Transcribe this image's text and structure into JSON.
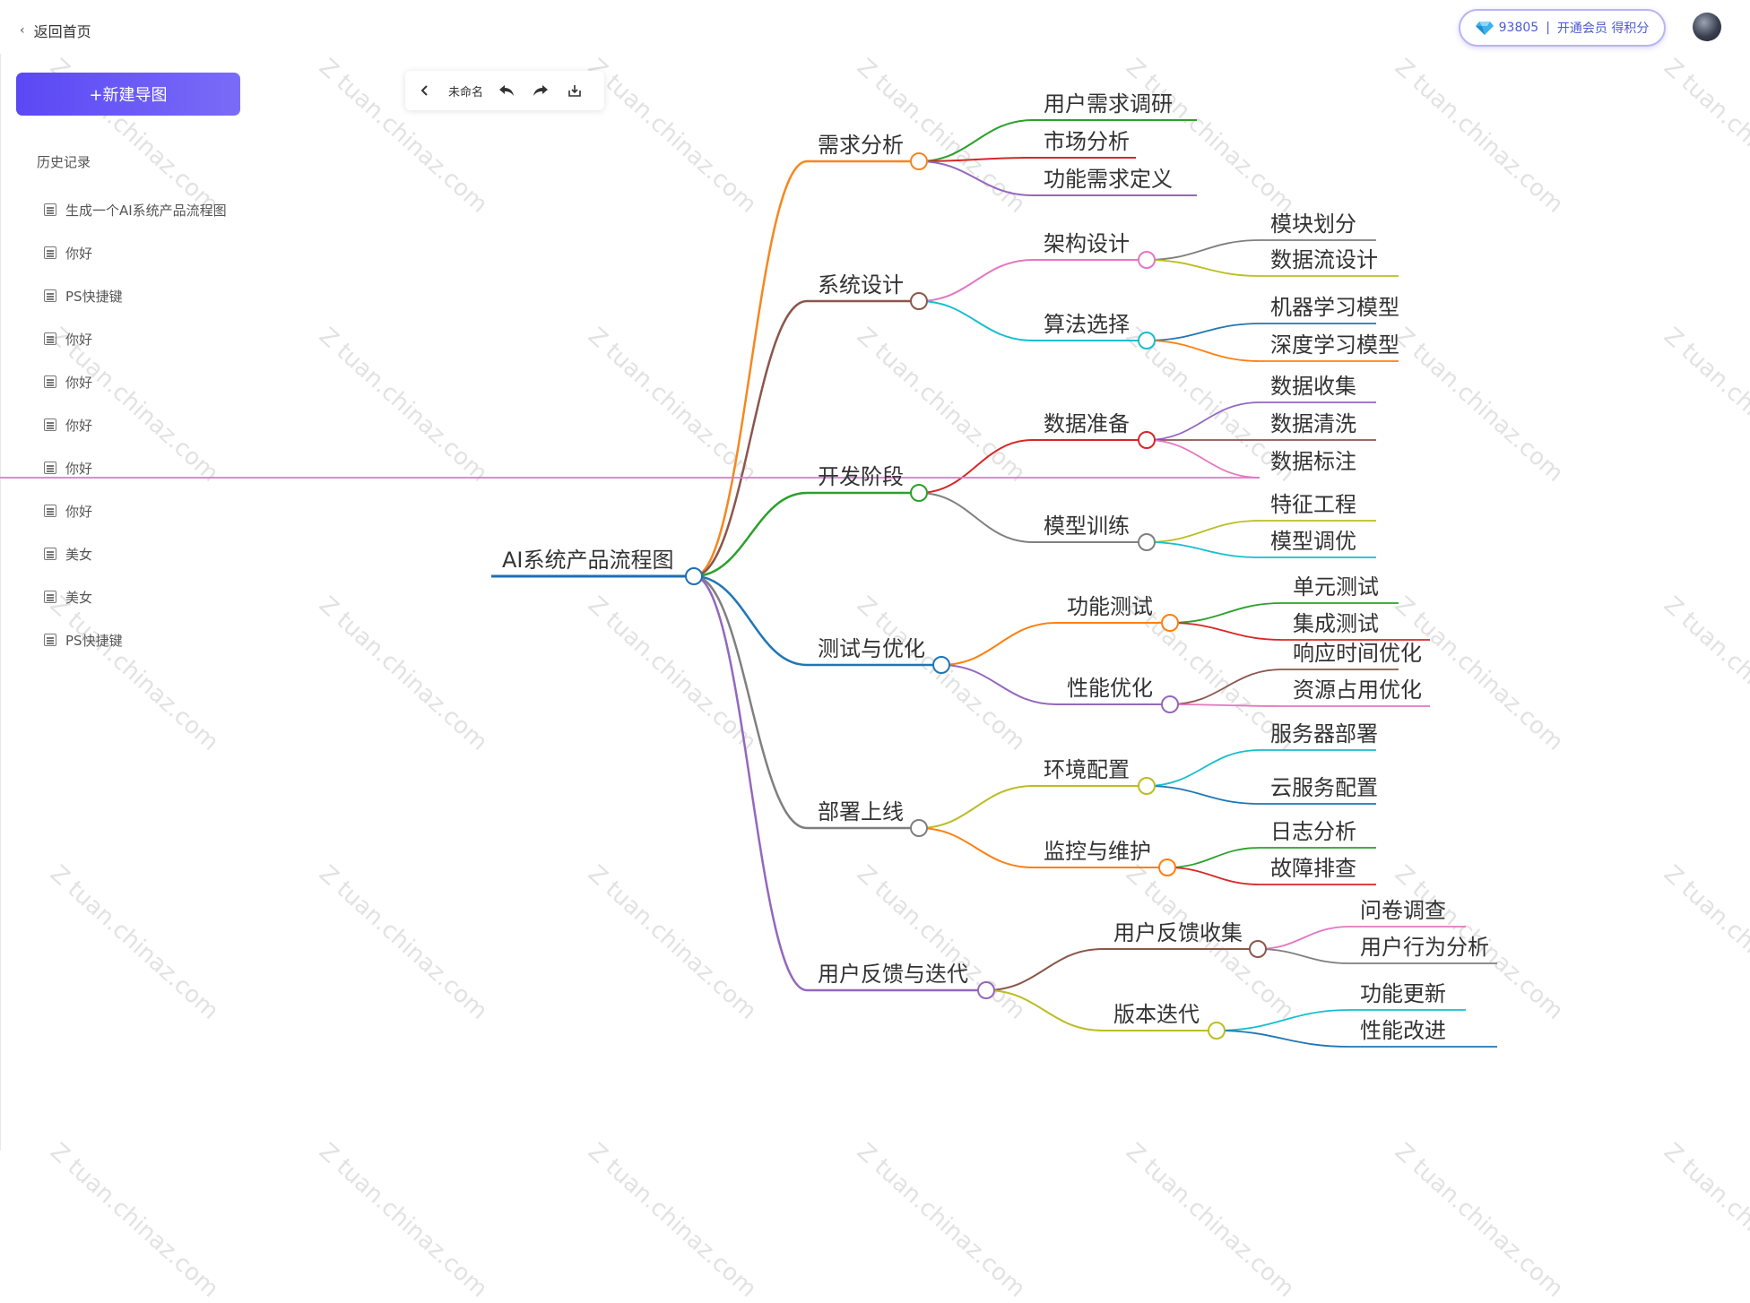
{
  "header": {
    "back_label": "返回首页",
    "points": "93805",
    "member_label": "开通会员 得积分",
    "separator": "|"
  },
  "sidebar": {
    "new_button": "+新建导图",
    "history_title": "历史记录",
    "history": [
      "生成一个AI系统产品流程图",
      "你好",
      "PS快捷键",
      "你好",
      "你好",
      "你好",
      "你好",
      "你好",
      "美女",
      "美女",
      "PS快捷键"
    ]
  },
  "toolbar": {
    "title": "未命名"
  },
  "watermark": "tuan.chinaz.com",
  "colors": {
    "accent": "#5b48f5",
    "root": "#1f6fb2"
  },
  "mindmap": {
    "root": "AI系统产品流程图",
    "branches": [
      {
        "label": "需求分析",
        "color": "#f5871f",
        "children": [
          {
            "label": "用户需求调研",
            "color": "#2ca02c"
          },
          {
            "label": "市场分析",
            "color": "#d62728"
          },
          {
            "label": "功能需求定义",
            "color": "#9467bd"
          }
        ]
      },
      {
        "label": "系统设计",
        "color": "#8c564b",
        "children": [
          {
            "label": "架构设计",
            "color": "#e377c2",
            "children": [
              {
                "label": "模块划分",
                "color": "#7f7f7f"
              },
              {
                "label": "数据流设计",
                "color": "#bcbd22"
              }
            ]
          },
          {
            "label": "算法选择",
            "color": "#17becf",
            "children": [
              {
                "label": "机器学习模型",
                "color": "#1f77b4"
              },
              {
                "label": "深度学习模型",
                "color": "#ff7f0e"
              }
            ]
          }
        ]
      },
      {
        "label": "开发阶段",
        "color": "#2ca02c",
        "children": [
          {
            "label": "数据准备",
            "color": "#d62728",
            "children": [
              {
                "label": "数据收集",
                "color": "#9467bd"
              },
              {
                "label": "数据清洗",
                "color": "#8c564b"
              },
              {
                "label": "数据标注",
                "color": "#e377c2"
              }
            ]
          },
          {
            "label": "模型训练",
            "color": "#7f7f7f",
            "children": [
              {
                "label": "特征工程",
                "color": "#bcbd22"
              },
              {
                "label": "模型调优",
                "color": "#17becf"
              }
            ]
          }
        ]
      },
      {
        "label": "测试与优化",
        "color": "#1f77b4",
        "children": [
          {
            "label": "功能测试",
            "color": "#ff7f0e",
            "children": [
              {
                "label": "单元测试",
                "color": "#2ca02c"
              },
              {
                "label": "集成测试",
                "color": "#d62728"
              }
            ]
          },
          {
            "label": "性能优化",
            "color": "#9467bd",
            "children": [
              {
                "label": "响应时间优化",
                "color": "#8c564b"
              },
              {
                "label": "资源占用优化",
                "color": "#e377c2"
              }
            ]
          }
        ]
      },
      {
        "label": "部署上线",
        "color": "#7f7f7f",
        "children": [
          {
            "label": "环境配置",
            "color": "#bcbd22",
            "children": [
              {
                "label": "服务器部署",
                "color": "#17becf"
              },
              {
                "label": "云服务配置",
                "color": "#1f77b4"
              }
            ]
          },
          {
            "label": "监控与维护",
            "color": "#ff7f0e",
            "children": [
              {
                "label": "日志分析",
                "color": "#2ca02c"
              },
              {
                "label": "故障排查",
                "color": "#d62728"
              }
            ]
          }
        ]
      },
      {
        "label": "用户反馈与迭代",
        "color": "#9467bd",
        "children": [
          {
            "label": "用户反馈收集",
            "color": "#8c564b",
            "children": [
              {
                "label": "问卷调查",
                "color": "#e377c2"
              },
              {
                "label": "用户行为分析",
                "color": "#7f7f7f"
              }
            ]
          },
          {
            "label": "版本迭代",
            "color": "#bcbd22",
            "children": [
              {
                "label": "功能更新",
                "color": "#17becf"
              },
              {
                "label": "性能改进",
                "color": "#1f77b4"
              }
            ]
          }
        ]
      }
    ]
  }
}
